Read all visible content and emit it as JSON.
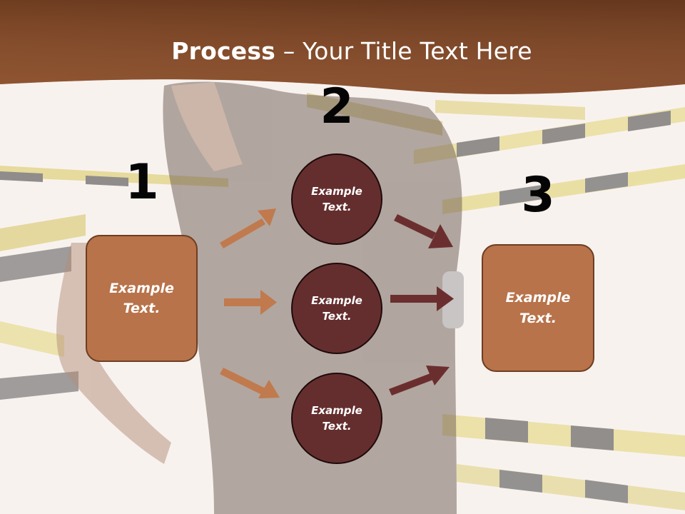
{
  "title": {
    "bold": "Process",
    "rest": " – Your Title Text Here"
  },
  "steps": [
    {
      "number": "1"
    },
    {
      "number": "2"
    },
    {
      "number": "3"
    }
  ],
  "left_box": {
    "text": "Example Text."
  },
  "right_box": {
    "text": "Example Text."
  },
  "circles": [
    {
      "text": "Example Text."
    },
    {
      "text": "Example Text."
    },
    {
      "text": "Example Text."
    }
  ],
  "colors": {
    "header": "#9c5a32",
    "box_fill": "#b8734a",
    "circle_fill": "#652e2e",
    "arrow_light": "#c07a4e",
    "arrow_dark": "#6b2e2e"
  }
}
